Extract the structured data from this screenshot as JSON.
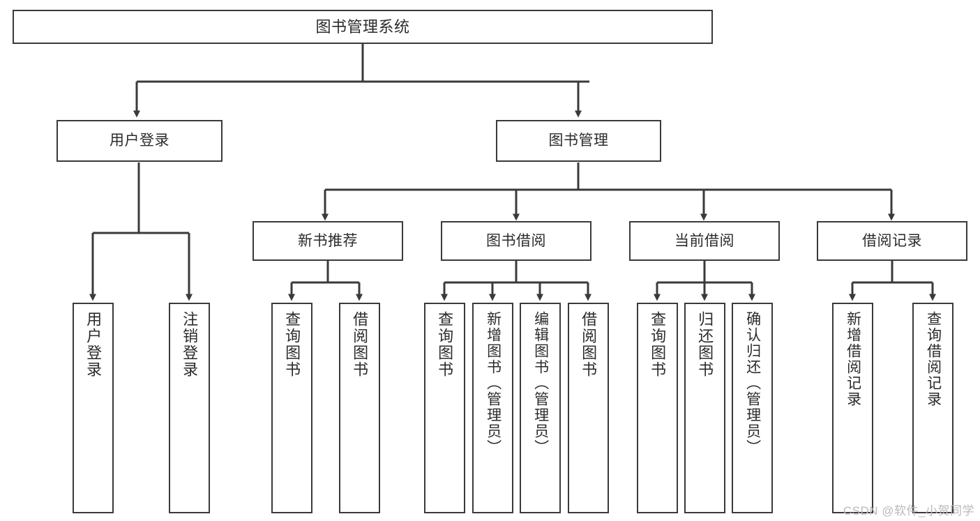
{
  "diagram": {
    "title": "图书管理系统",
    "type": "tree",
    "watermark": "CSDN @软件_小贺同学",
    "colors": {
      "stroke": "#3a3a3a",
      "fill": "#ffffff",
      "text": "#2b2b2b",
      "watermark": "#b9b9b9"
    },
    "nodes": {
      "root": {
        "label": "图书管理系统"
      },
      "level1": [
        {
          "id": "user-login",
          "label": "用户登录"
        },
        {
          "id": "book-manage",
          "label": "图书管理"
        }
      ],
      "level2": [
        {
          "id": "new-book-recommend",
          "label": "新书推荐"
        },
        {
          "id": "book-borrow",
          "label": "图书借阅"
        },
        {
          "id": "current-borrow",
          "label": "当前借阅"
        },
        {
          "id": "borrow-record",
          "label": "借阅记录"
        }
      ],
      "leaves": [
        {
          "id": "leaf-user-login",
          "label": "用户登录",
          "parent": "user-login"
        },
        {
          "id": "leaf-logout",
          "label": "注销登录",
          "parent": "user-login"
        },
        {
          "id": "leaf-query-book-1",
          "label": "查询图书",
          "parent": "new-book-recommend"
        },
        {
          "id": "leaf-borrow-book-1",
          "label": "借阅图书",
          "parent": "new-book-recommend"
        },
        {
          "id": "leaf-query-book-2",
          "label": "查询图书",
          "parent": "book-borrow"
        },
        {
          "id": "leaf-add-book",
          "label": "新增图书（管理员）",
          "parent": "book-borrow"
        },
        {
          "id": "leaf-edit-book",
          "label": "编辑图书（管理员）",
          "parent": "book-borrow"
        },
        {
          "id": "leaf-borrow-book-2",
          "label": "借阅图书",
          "parent": "book-borrow"
        },
        {
          "id": "leaf-query-book-3",
          "label": "查询图书",
          "parent": "current-borrow"
        },
        {
          "id": "leaf-return-book",
          "label": "归还图书",
          "parent": "current-borrow"
        },
        {
          "id": "leaf-confirm-return",
          "label": "确认归还（管理员）",
          "parent": "current-borrow"
        },
        {
          "id": "leaf-add-record",
          "label": "新增借阅记录",
          "parent": "borrow-record"
        },
        {
          "id": "leaf-query-record",
          "label": "查询借阅记录",
          "parent": "borrow-record"
        }
      ]
    }
  }
}
